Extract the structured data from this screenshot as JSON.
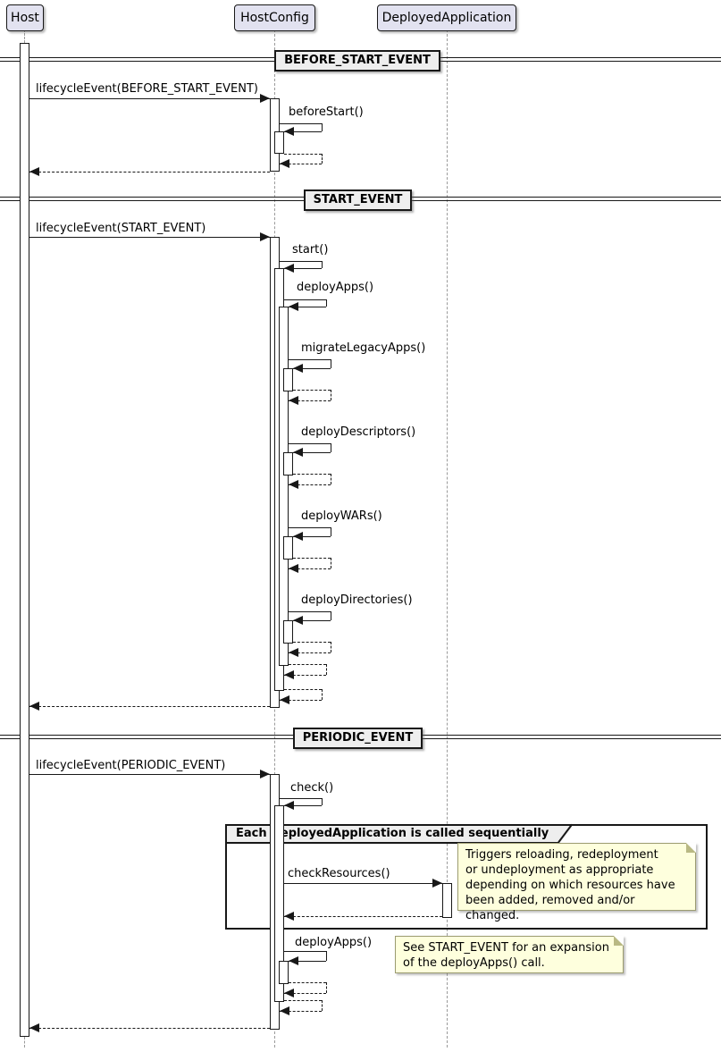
{
  "diagram_type": "uml-sequence-diagram",
  "participants": [
    {
      "name": "Host"
    },
    {
      "name": "HostConfig"
    },
    {
      "name": "DeployedApplication"
    }
  ],
  "dividers": [
    {
      "label": "BEFORE_START_EVENT"
    },
    {
      "label": "START_EVENT"
    },
    {
      "label": "PERIODIC_EVENT"
    }
  ],
  "messages": [
    {
      "label": "lifecycleEvent(BEFORE_START_EVENT)",
      "from": "Host",
      "to": "HostConfig",
      "type": "call"
    },
    {
      "label": "beforeStart()",
      "from": "HostConfig",
      "to": "HostConfig",
      "type": "self-call"
    },
    {
      "label": "lifecycleEvent(START_EVENT)",
      "from": "Host",
      "to": "HostConfig",
      "type": "call"
    },
    {
      "label": "start()",
      "from": "HostConfig",
      "to": "HostConfig",
      "type": "self-call"
    },
    {
      "label": "deployApps()",
      "from": "HostConfig",
      "to": "HostConfig",
      "type": "self-call"
    },
    {
      "label": "migrateLegacyApps()",
      "from": "HostConfig",
      "to": "HostConfig",
      "type": "self-call"
    },
    {
      "label": "deployDescriptors()",
      "from": "HostConfig",
      "to": "HostConfig",
      "type": "self-call"
    },
    {
      "label": "deployWARs()",
      "from": "HostConfig",
      "to": "HostConfig",
      "type": "self-call"
    },
    {
      "label": "deployDirectories()",
      "from": "HostConfig",
      "to": "HostConfig",
      "type": "self-call"
    },
    {
      "label": "lifecycleEvent(PERIODIC_EVENT)",
      "from": "Host",
      "to": "HostConfig",
      "type": "call"
    },
    {
      "label": "check()",
      "from": "HostConfig",
      "to": "HostConfig",
      "type": "self-call"
    },
    {
      "label": "checkResources()",
      "from": "HostConfig",
      "to": "DeployedApplication",
      "type": "call"
    },
    {
      "label": "deployApps()",
      "from": "HostConfig",
      "to": "HostConfig",
      "type": "self-call"
    }
  ],
  "group": {
    "label": "Each DeployedApplication is called sequentially"
  },
  "notes": [
    {
      "text": "Triggers reloading, redeployment\nor undeployment as appropriate\ndepending on which resources have\nbeen added, removed and/or changed."
    },
    {
      "text": "See START_EVENT for an expansion\nof the deployApps() call."
    }
  ],
  "colors": {
    "participant_fill": "#E2E2F0",
    "participant_border": "#181818",
    "divider_fill": "#EEEEEE",
    "note_fill": "#FEFFDD",
    "note_border": "#9b9b70",
    "line": "#181818",
    "lifeline": "#9a9a9a",
    "background": "#ffffff"
  }
}
